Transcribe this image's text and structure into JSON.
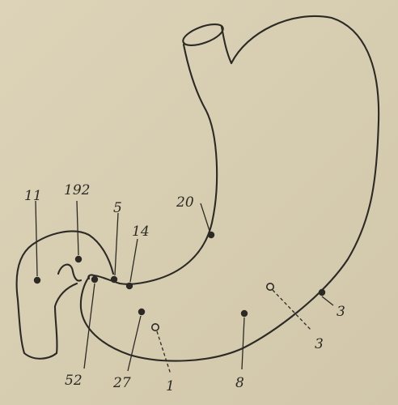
{
  "labels": {
    "l11": "11",
    "l192": "192",
    "l5": "5",
    "l14": "14",
    "l20": "20",
    "l3a": "3",
    "l3b": "3",
    "l52": "52",
    "l27": "27",
    "l1": "1",
    "l8": "8"
  },
  "colors": {
    "paper": "#d9cfb3",
    "ink": "#2c2a25"
  }
}
